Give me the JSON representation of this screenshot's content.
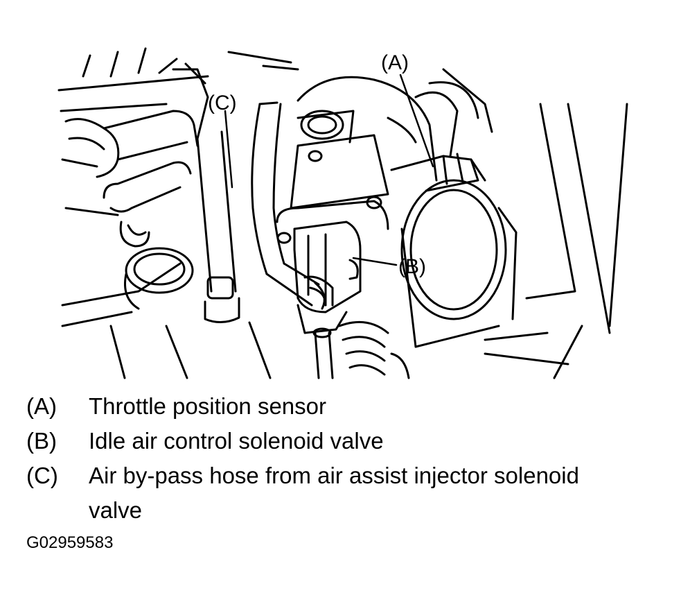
{
  "callouts": {
    "a": "(A)",
    "b": "(B)",
    "c": "(C)"
  },
  "legend": [
    {
      "key": "(A)",
      "description": "Throttle position sensor"
    },
    {
      "key": "(B)",
      "description": "Idle air control solenoid valve"
    },
    {
      "key": "(C)",
      "description": "Air by-pass hose from air assist injector solenoid",
      "description_cont": "valve"
    }
  ],
  "figure_id": "G02959583"
}
